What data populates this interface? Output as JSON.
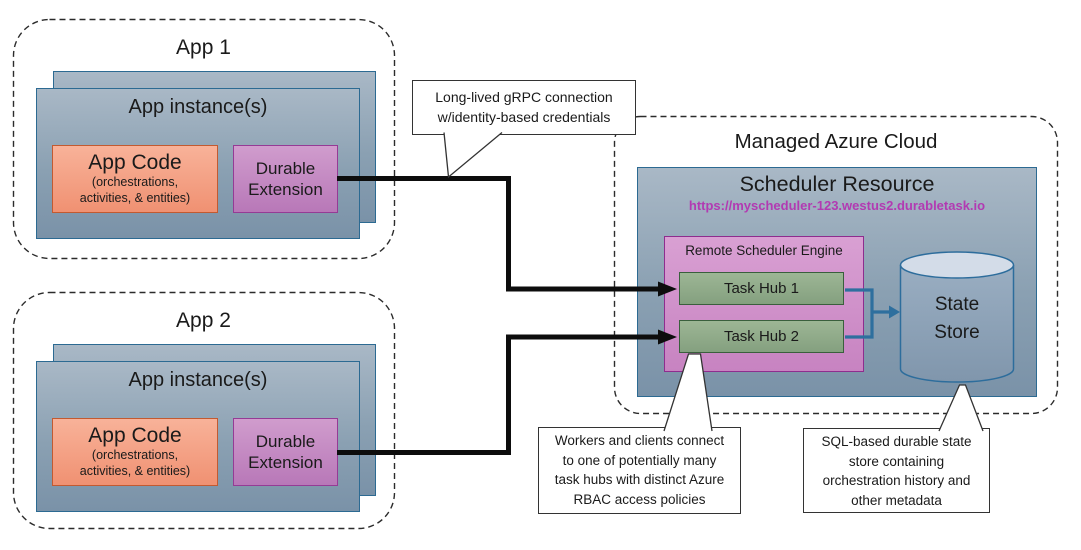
{
  "app_groups": [
    {
      "title": "App 1",
      "instances_label": "App instance(s)",
      "app_code_title": "App Code",
      "app_code_sub1": "(orchestrations,",
      "app_code_sub2": "activities, & entities)",
      "extension_label": "Durable Extension"
    },
    {
      "title": "App 2",
      "instances_label": "App instance(s)",
      "app_code_title": "App Code",
      "app_code_sub1": "(orchestrations,",
      "app_code_sub2": "activities, & entities)",
      "extension_label": "Durable Extension"
    }
  ],
  "grpc_callout": {
    "line1": "Long-lived gRPC connection",
    "line2": "w/identity-based credentials"
  },
  "cloud": {
    "title": "Managed Azure Cloud",
    "scheduler_title": "Scheduler Resource",
    "scheduler_url": "https://myscheduler-123.westus2.durabletask.io",
    "engine_title": "Remote Scheduler Engine",
    "task_hub_1": "Task Hub 1",
    "task_hub_2": "Task Hub 2",
    "state_store_line1": "State",
    "state_store_line2": "Store"
  },
  "workers_callout": {
    "line1": "Workers and clients connect",
    "line2": "to one of potentially many",
    "line3": "task hubs with distinct Azure",
    "line4": "RBAC access policies"
  },
  "sql_callout": {
    "line1": "SQL-based durable state",
    "line2": "store containing",
    "line3": "orchestration history and",
    "line4": "other metadata"
  },
  "colors": {
    "url_magenta": "#b23ab2",
    "blue_border": "#2c6a92",
    "connector_blue": "#2e6f9e",
    "connector_black": "#0d0d0d"
  }
}
